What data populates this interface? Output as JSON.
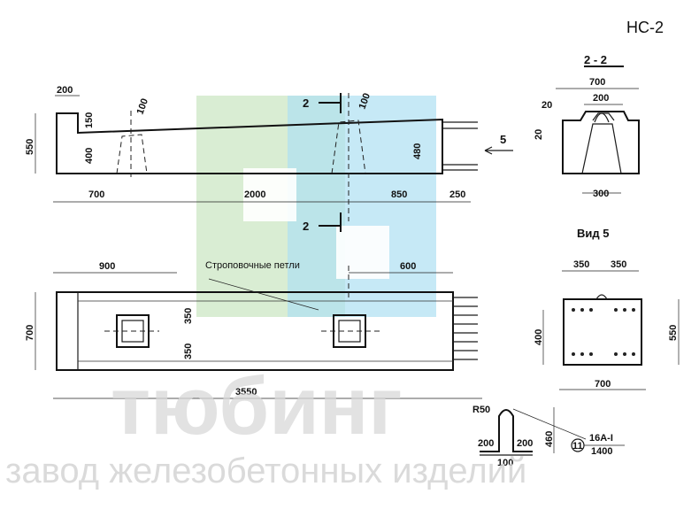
{
  "drawing_code": "НС-2",
  "section_label": "2 - 2",
  "view_label": "Вид 5",
  "section_mark": "2",
  "view_arrow": "5",
  "loop_note": "Строповочные петли",
  "elevation_dims": {
    "top_left": "200",
    "height": "550",
    "inner_height": "400",
    "step": "150",
    "slope_left": "100",
    "slope_right": "100",
    "right_height": "480",
    "span_700": "700",
    "span_2000": "2000",
    "span_850": "850",
    "span_250": "250"
  },
  "plan_dims": {
    "left": "900",
    "right": "600",
    "width": "700",
    "half_top": "350",
    "half_bottom": "350",
    "length": "3550"
  },
  "section_dims": {
    "width": "700",
    "top": "200",
    "left_edge": "20",
    "side": "20",
    "bottom": "300"
  },
  "view_dims": {
    "left_half": "350",
    "right_half": "350",
    "height_left": "400",
    "height_right": "550",
    "width": "700"
  },
  "loop_detail": {
    "radius": "R50",
    "left": "200",
    "right": "200",
    "height": "460",
    "base": "100",
    "position": "11",
    "steel": "16A-I",
    "length": "1400"
  },
  "watermark": {
    "title": "тюбинг",
    "subtitle": "завод железобетонных изделий",
    "colors": {
      "green": "#cfe8c8",
      "blue": "#aee0f2"
    }
  }
}
